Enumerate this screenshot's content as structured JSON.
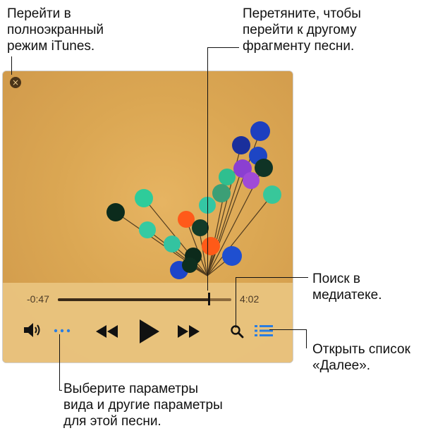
{
  "callouts": {
    "fullscreen": "Перейти в\nполноэкранный\nрежим iTunes.",
    "scrub": "Перетяните, чтобы\nперейти к другому\nфрагменту песни.",
    "search": "Поиск в\nмедиатеке.",
    "up_next": "Открыть список\n«Далее».",
    "options": "Выберите параметры\nвида и другие параметры\nдля этой песни."
  },
  "player": {
    "elapsed": "-0:47",
    "duration": "4:02",
    "progress": 0.87,
    "close_glyph": "×",
    "icons": [
      "close-icon",
      "volume-icon",
      "more-options-icon",
      "rewind-icon",
      "play-icon",
      "fast-forward-icon",
      "search-icon",
      "up-next-list-icon"
    ]
  },
  "colors": {
    "accent_blue": "#2a7de1",
    "art_background": "#dca656",
    "controls_background": "#e9c480"
  }
}
